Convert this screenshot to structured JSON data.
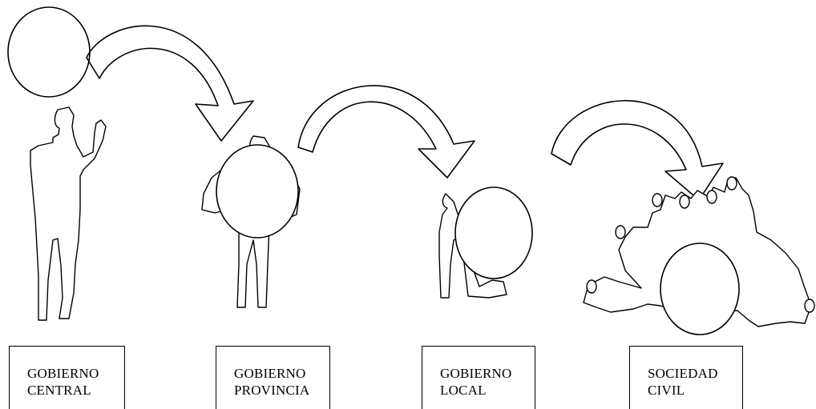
{
  "stages": [
    {
      "id": "central",
      "line1": "GOBIERNO",
      "line2": "CENTRAL",
      "figure": "single-standing-person-raising-hand"
    },
    {
      "id": "provincia",
      "line1": "GOBIERNO",
      "line2": "PROVINCIA",
      "figure": "single-person-holding-ball"
    },
    {
      "id": "local",
      "line1": "GOBIERNO",
      "line2": "LOCAL",
      "figure": "kneeling-person-with-ball"
    },
    {
      "id": "civil",
      "line1": "SOCIEDAD",
      "line2": "CIVIL",
      "figure": "crowd-holding-ball"
    }
  ],
  "arrows": [
    "curved-arrow-right",
    "curved-arrow-right",
    "curved-arrow-right"
  ],
  "colors": {
    "ink": "#000000",
    "background": "#ffffff"
  }
}
